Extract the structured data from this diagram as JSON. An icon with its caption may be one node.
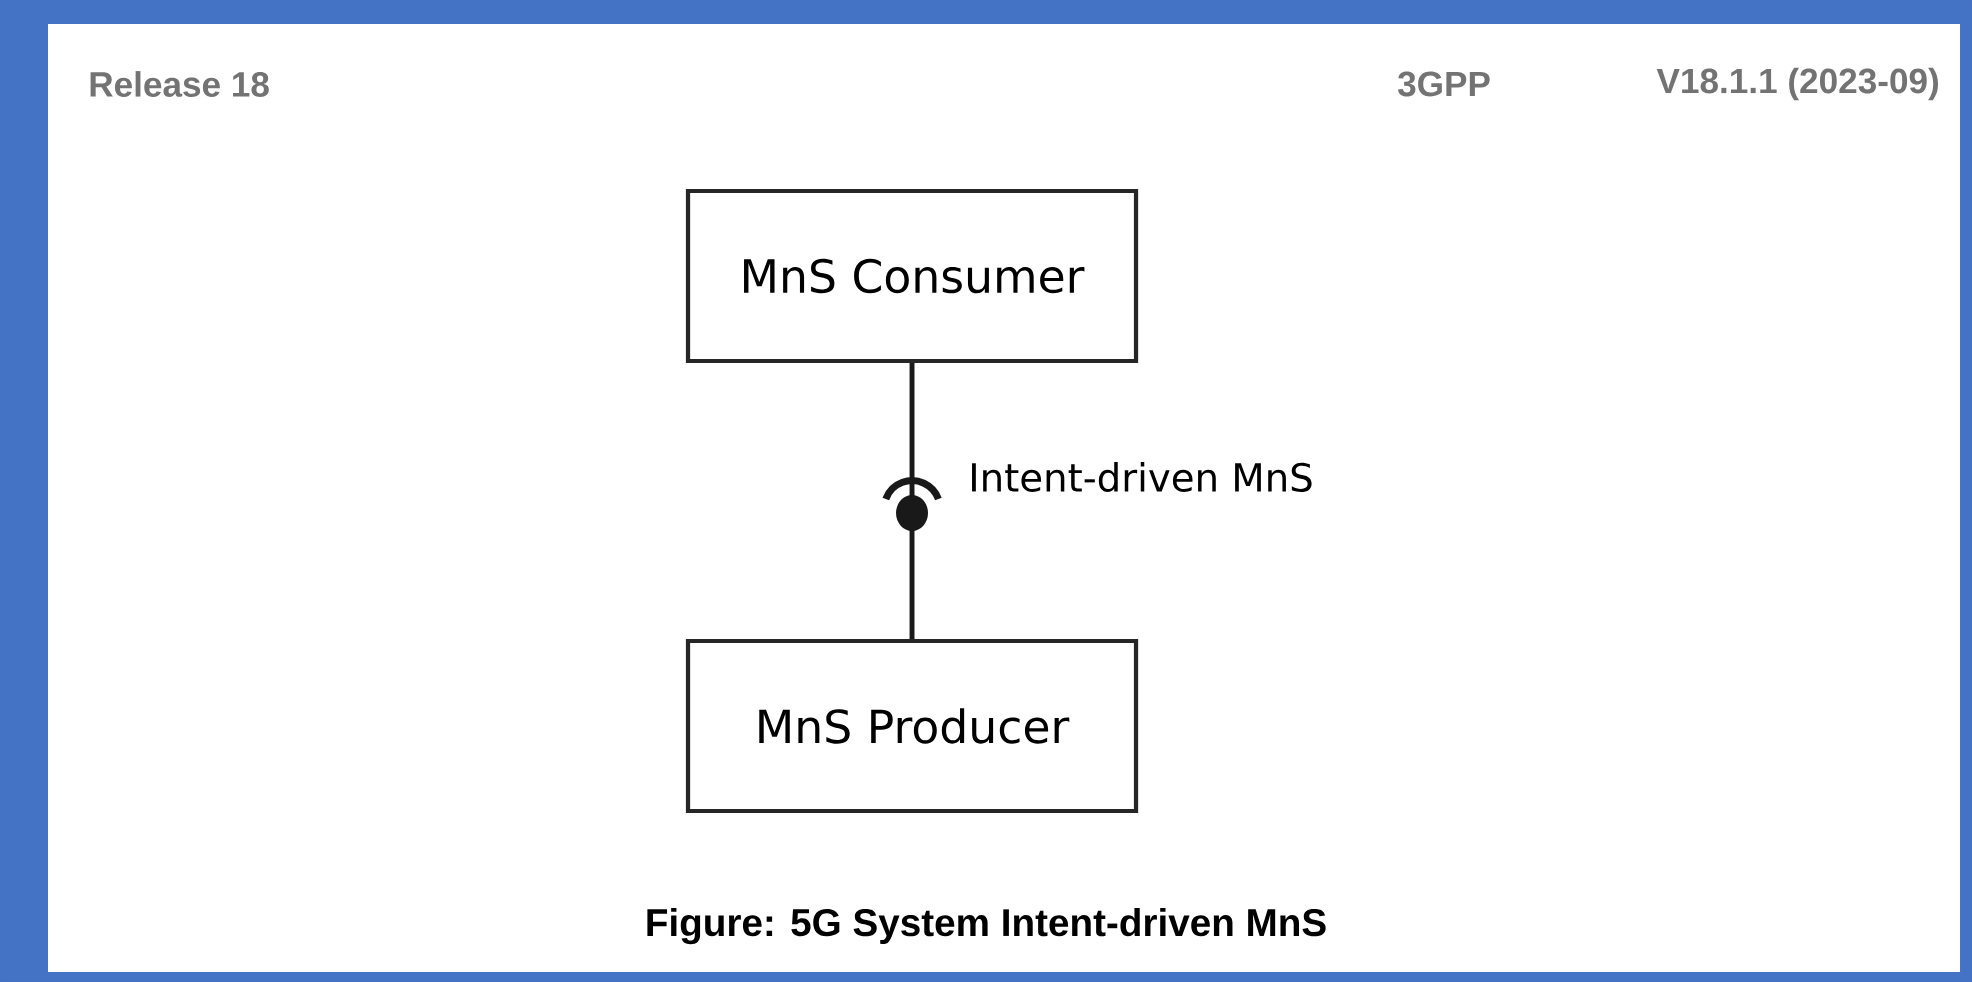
{
  "diagram": {
    "caption": "Figure: 5G System Intent-driven MnS",
    "nodes": [
      {
        "text": [
          "MnS Consumer"
        ]
      },
      {
        "text": [
          "MnS Producer"
        ]
      }
    ],
    "edges": [
      {
        "from": 0,
        "to": 1,
        "arrow": "none",
        "label": "Intent-driven MnS"
      }
    ],
    "labels": [
      "Release 18",
      "3GPP",
      "V18.1.1 (2023-09)"
    ]
  }
}
